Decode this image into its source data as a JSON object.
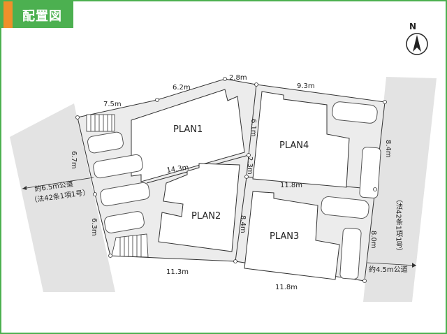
{
  "title": "配置図",
  "north": {
    "label": "N",
    "icon": "north-arrow-icon"
  },
  "plans": [
    "PLAN1",
    "PLAN2",
    "PLAN3",
    "PLAN4"
  ],
  "dimensions": {
    "d_7_5": "7.5m",
    "d_6_2": "6.2m",
    "d_2_8": "2.8m",
    "d_9_3": "9.3m",
    "d_6_1": "6.1m",
    "d_8_4_right": "8.4m",
    "d_6_7": "6.7m",
    "d_14_3": "14.3m",
    "d_2_3": "2.3m",
    "d_11_8_mid": "11.8m",
    "d_6_3": "6.3m",
    "d_8_4_mid": "8.4m",
    "d_8_0": "8.0m",
    "d_11_3": "11.3m",
    "d_11_8_bottom": "11.8m"
  },
  "roads": {
    "left_line1": "約6.5m公道",
    "left_line2": "（法42条1項1号）",
    "right_vertical": "（法42条1項1号）",
    "right_label": "約4.5m公道"
  },
  "colors": {
    "frame": "#4cb050",
    "accent": "#f0902a",
    "road": "#e3e3e3",
    "lot": "#ececec"
  }
}
